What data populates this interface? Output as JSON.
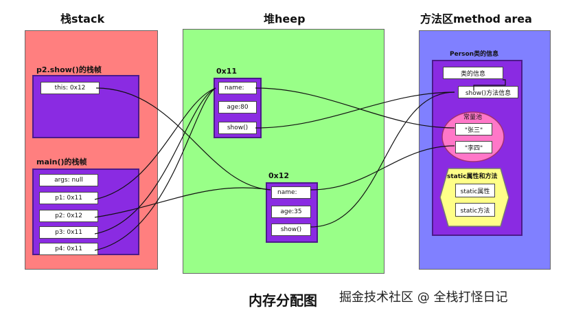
{
  "stack": {
    "title": "栈stack",
    "p2_show_frame": {
      "label": "p2.show()的栈帧",
      "this": "this:  0x12"
    },
    "main_frame": {
      "label": "main()的栈帧",
      "rows": [
        "args: null",
        "p1:  0x11",
        "p2:  0x12",
        "p3: 0x11",
        "p4: 0x11"
      ]
    }
  },
  "heap": {
    "title": "堆heep",
    "obj1": {
      "addr": "0x11",
      "fields": [
        "name:",
        "age:80",
        "show()"
      ]
    },
    "obj2": {
      "addr": "0x12",
      "fields": [
        "name:",
        "age:35",
        "show()"
      ]
    }
  },
  "method_area": {
    "title": "方法区method area",
    "person_info_label": "Person类的信息",
    "class_info": "类的信息",
    "show_info": "show()方法信息",
    "const_pool": {
      "label": "常量池",
      "items": [
        "\"张三\"",
        "\"李四\""
      ]
    },
    "static_box": {
      "label": "static属性和方法",
      "items": [
        "static属性",
        "static方法"
      ]
    }
  },
  "footer": {
    "caption": "内存分配图",
    "watermark": "掘金技术社区 @ 全栈打怪日记"
  },
  "colors": {
    "stack_bg": "#ff7f7f",
    "heap_bg": "#99ff88",
    "method_bg": "#8080ff",
    "frame_purple": "#8a2be2",
    "const_pool_pink": "#ff77c8",
    "static_yellow": "#ffff88"
  }
}
